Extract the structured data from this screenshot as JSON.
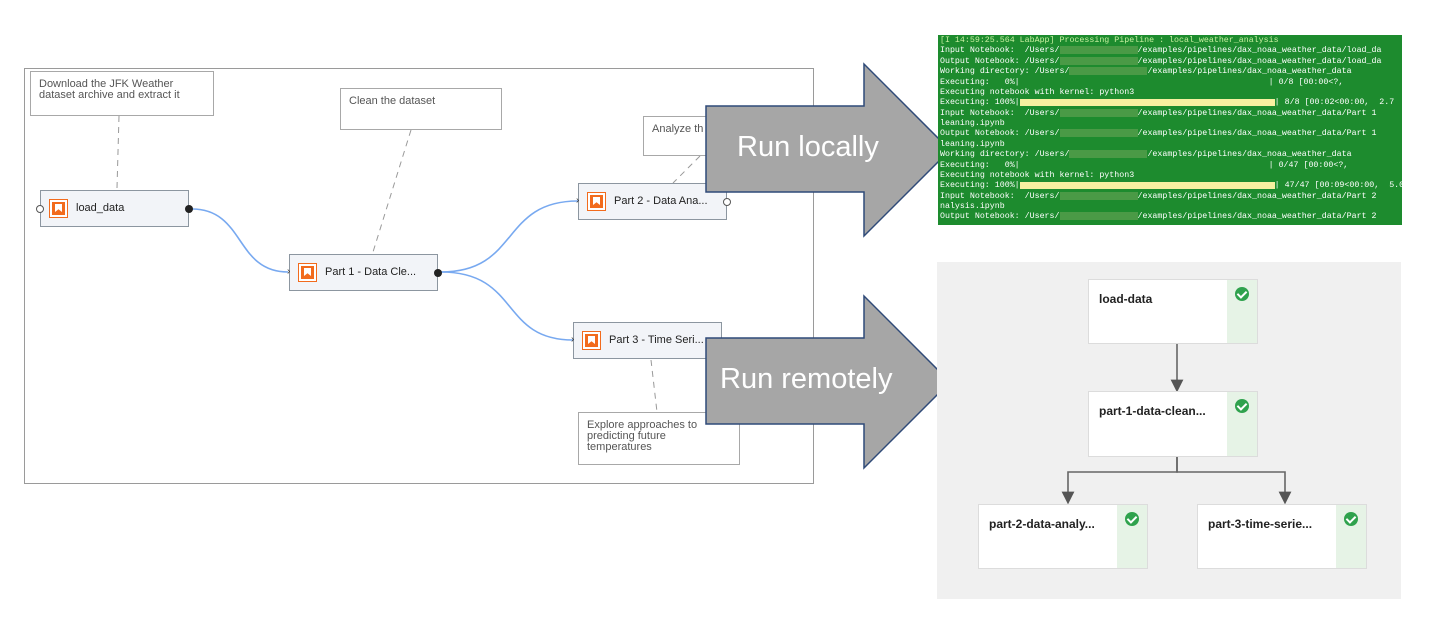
{
  "local_editor": {
    "comments": {
      "download": "Download the JFK Weather dataset archive and extract it",
      "clean": "Clean the dataset",
      "analyze": "Analyze th",
      "explore": "Explore approaches to predicting future temperatures"
    },
    "nodes": {
      "load_data": "load_data",
      "part1": "Part 1 - Data Cle...",
      "part2": "Part 2 - Data Ana...",
      "part3": "Part 3 - Time Seri..."
    }
  },
  "arrows": {
    "run_locally": "Run locally",
    "run_remotely": "Run remotely"
  },
  "terminal": {
    "lines": [
      {
        "a": "[I 14:59:25.564 LabApp] Processing Pipeline : local_weather_analysis",
        "b": "",
        "c": "",
        "hl": true
      },
      {
        "a": "Input Notebook:  /Users/",
        "b": "mask",
        "c": "/examples/pipelines/dax_noaa_weather_data/load_da"
      },
      {
        "a": "Output Notebook: /Users/",
        "b": "mask",
        "c": "/examples/pipelines/dax_noaa_weather_data/load_da"
      },
      {
        "a": "Working directory: /Users/",
        "b": "mask",
        "c": "/examples/pipelines/dax_noaa_weather_data"
      },
      {
        "a": "Executing:   0%|",
        "b": "",
        "c": "                                                  | 0/8 [00:00<?,"
      },
      {
        "a": "Executing notebook with kernel: python3",
        "b": "",
        "c": ""
      },
      {
        "a": "Executing: 100%|",
        "b": "bar",
        "c": "| 8/8 [00:02<00:00,  2.7"
      },
      {
        "a": "Input Notebook:  /Users/",
        "b": "mask",
        "c": "/examples/pipelines/dax_noaa_weather_data/Part 1"
      },
      {
        "a": "leaning.ipynb",
        "b": "",
        "c": ""
      },
      {
        "a": "Output Notebook: /Users/",
        "b": "mask",
        "c": "/examples/pipelines/dax_noaa_weather_data/Part 1"
      },
      {
        "a": "leaning.ipynb",
        "b": "",
        "c": ""
      },
      {
        "a": "Working directory: /Users/",
        "b": "mask",
        "c": "/examples/pipelines/dax_noaa_weather_data"
      },
      {
        "a": "Executing:   0%|",
        "b": "",
        "c": "                                                  | 0/47 [00:00<?,"
      },
      {
        "a": "Executing notebook with kernel: python3",
        "b": "",
        "c": ""
      },
      {
        "a": "Executing: 100%|",
        "b": "bar",
        "c": "| 47/47 [00:09<00:00,  5.0"
      },
      {
        "a": "Input Notebook:  /Users/",
        "b": "mask",
        "c": "/examples/pipelines/dax_noaa_weather_data/Part 2"
      },
      {
        "a": "nalysis.ipynb",
        "b": "",
        "c": ""
      },
      {
        "a": "Output Notebook: /Users/",
        "b": "mask",
        "c": "/examples/pipelines/dax_noaa_weather_data/Part 2"
      }
    ]
  },
  "remote_run": {
    "nodes": {
      "load": "load-data",
      "part1": "part-1-data-clean...",
      "part2": "part-2-data-analy...",
      "part3": "part-3-time-serie..."
    },
    "status_color": "#2fa24d"
  },
  "colors": {
    "arrow_fill": "#a6a6a6",
    "arrow_stroke": "#2f4a78",
    "link": "#78a9f0",
    "node_icon": "#f26b1d",
    "terminal_bg": "#1d8b2e"
  }
}
